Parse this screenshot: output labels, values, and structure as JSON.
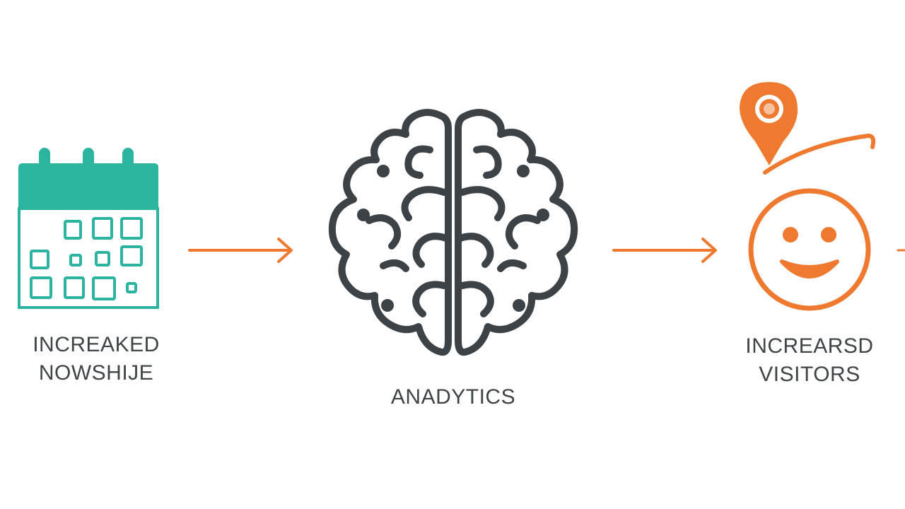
{
  "colors": {
    "teal": "#2bb5a0",
    "orange": "#ef7a2f",
    "dark": "#3d4246",
    "text": "#3f4447"
  },
  "steps": [
    {
      "icon": "calendar-icon",
      "label_line1": "INCREAKED",
      "label_line2": "NOWSHIJE"
    },
    {
      "icon": "brain-icon",
      "label_line1": "ANADYTICS"
    },
    {
      "icon": "smiley-with-location-pin-icon",
      "label_line1": "INCREARSD",
      "label_line2": "VISITORS"
    }
  ]
}
